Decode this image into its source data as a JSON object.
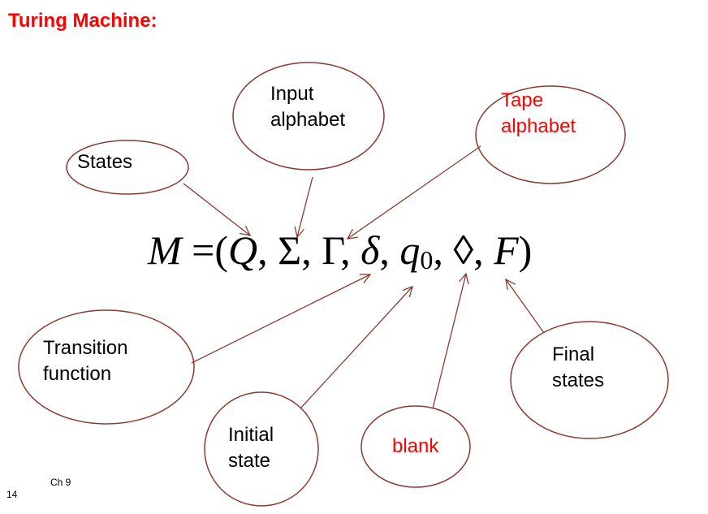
{
  "slide": {
    "title": "Turing Machine:",
    "footer": {
      "chapter": "Ch 9",
      "page": "14"
    }
  },
  "formula": {
    "lhs": "M",
    "equals": "=",
    "components": [
      "Q",
      "Σ",
      "Γ",
      "δ",
      "q",
      "0",
      "◊",
      "F"
    ]
  },
  "bubbles": {
    "states": "States",
    "input_alphabet": [
      "Input",
      "alphabet"
    ],
    "tape_alphabet": [
      "Tape",
      "alphabet"
    ],
    "transition_function": [
      "Transition",
      "function"
    ],
    "initial_state": [
      "Initial",
      "state"
    ],
    "blank": "blank",
    "final_states": [
      "Final",
      "states"
    ]
  },
  "colors": {
    "title": "#ff0000",
    "highlight": "#ff0000",
    "stroke": "#8b3a2e"
  }
}
